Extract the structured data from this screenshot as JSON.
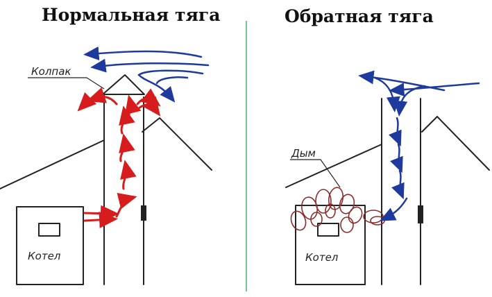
{
  "left": {
    "title": "Нормальная тяга",
    "cap_label": "Колпак",
    "boiler_label": "Котел"
  },
  "right": {
    "title": "Обратная тяга",
    "smoke_label": "Дым",
    "boiler_label": "Котел"
  },
  "colors": {
    "wind": "#1e3a9c",
    "hot_gas": "#d61c1c",
    "smoke": "#8a2c2c",
    "divider": "#4caf6a",
    "ink": "#222222"
  }
}
